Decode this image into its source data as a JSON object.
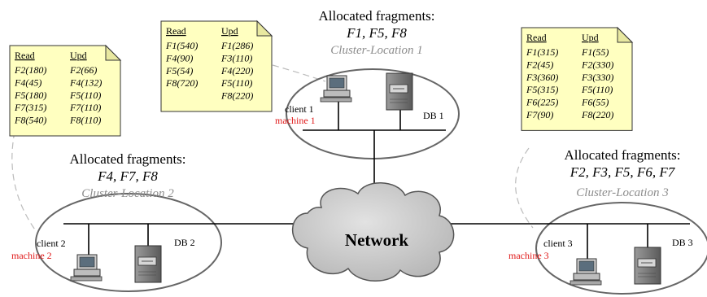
{
  "network": {
    "label": "Network"
  },
  "clusters": [
    {
      "id": "cluster-1",
      "allocated_title": "Allocated fragments:",
      "allocated_fragments": "F1, F5, F8",
      "name": "Cluster-Location 1",
      "client_label": "client 1",
      "machine_label": "machine 1",
      "db_label": "DB 1",
      "note": {
        "read_header": "Read",
        "upd_header": "Upd",
        "rows": [
          {
            "read": "F1(540)",
            "upd": "F1(286)"
          },
          {
            "read": "F4(90)",
            "upd": "F3(110)"
          },
          {
            "read": "F5(54)",
            "upd": "F4(220)"
          },
          {
            "read": "F8(720)",
            "upd": "F5(110)"
          },
          {
            "read": "",
            "upd": "F8(220)"
          }
        ]
      }
    },
    {
      "id": "cluster-2",
      "allocated_title": "Allocated fragments:",
      "allocated_fragments": "F4, F7, F8",
      "name": "Cluster-Location 2",
      "client_label": "client 2",
      "machine_label": "machine 2",
      "db_label": "DB 2",
      "note": {
        "read_header": "Read",
        "upd_header": "Upd",
        "rows": [
          {
            "read": "F2(180)",
            "upd": "F2(66)"
          },
          {
            "read": "F4(45)",
            "upd": "F4(132)"
          },
          {
            "read": "F5(180)",
            "upd": "F5(110)"
          },
          {
            "read": "F7(315)",
            "upd": "F7(110)"
          },
          {
            "read": "F8(540)",
            "upd": "F8(110)"
          }
        ]
      }
    },
    {
      "id": "cluster-3",
      "allocated_title": "Allocated fragments:",
      "allocated_fragments": "F2, F3, F5, F6, F7",
      "name": "Cluster-Location 3",
      "client_label": "client 3",
      "machine_label": "machine 3",
      "db_label": "DB 3",
      "note": {
        "read_header": "Read",
        "upd_header": "Upd",
        "rows": [
          {
            "read": "F1(315)",
            "upd": "F1(55)"
          },
          {
            "read": "F2(45)",
            "upd": "F2(330)"
          },
          {
            "read": "F3(360)",
            "upd": "F3(330)"
          },
          {
            "read": "F5(315)",
            "upd": "F5(110)"
          },
          {
            "read": "F6(225)",
            "upd": "F6(55)"
          },
          {
            "read": "F7(90)",
            "upd": "F8(220)"
          }
        ]
      }
    }
  ],
  "colors": {
    "note_fill": "#ffffc0",
    "note_fold": "#e8e8a0",
    "cloud_fill": "#c8c8c8",
    "ellipse_stroke": "#666666",
    "cluster_name": "#8c8c8c",
    "machine_label": "#e01b1b"
  }
}
